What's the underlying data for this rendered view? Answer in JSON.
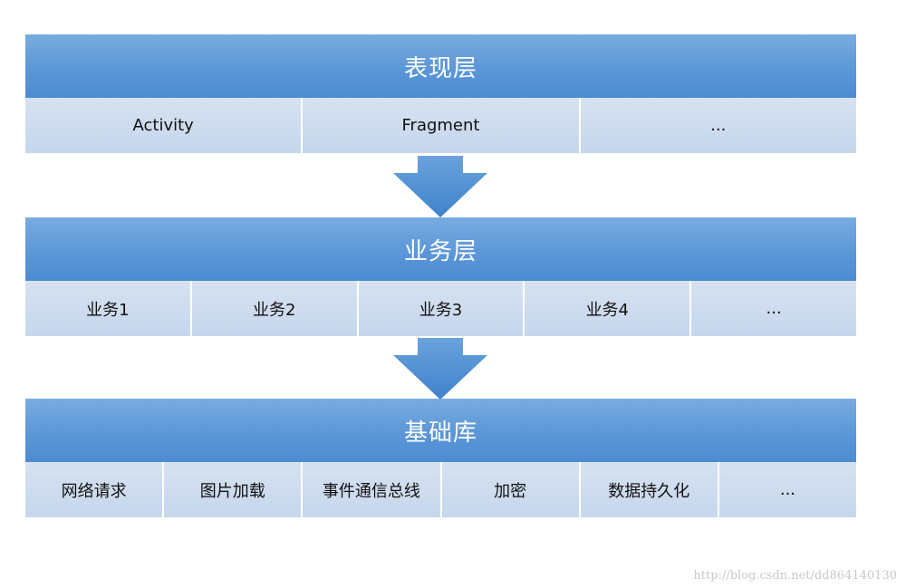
{
  "layers": [
    {
      "title": "表现层",
      "items": [
        "Activity",
        "Fragment",
        "..."
      ]
    },
    {
      "title": "业务层",
      "items": [
        "业务1",
        "业务2",
        "业务3",
        "业务4",
        "..."
      ]
    },
    {
      "title": "基础库",
      "items": [
        "网络请求",
        "图片加载",
        "事件通信总线",
        "加密",
        "数据持久化",
        "..."
      ]
    }
  ],
  "watermark": "http://blog.csdn.net/dd864140130",
  "colors": {
    "header_blue": "#5b97d8",
    "cell_light_blue": "#cddbee",
    "arrow_blue": "#4f8fd4"
  }
}
